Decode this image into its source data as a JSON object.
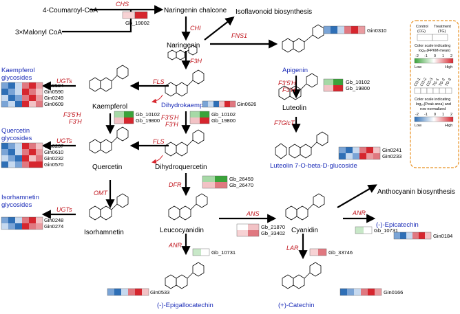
{
  "compounds": {
    "coumaroyl": "4-Coumaroyl-CoA",
    "malonyl": "3×Malonyl CoA",
    "chalcone": "Naringenin chalcone",
    "naringenin": "Naringenin",
    "isoflavonoid": "Isoflavonoid biosynthesis",
    "apigenin": "Apigenin",
    "dihydrokaempferol": "Dihydrokaempferol",
    "kaempferol": "Kaempferol",
    "luteolin": "Luteolin",
    "quercetin": "Quercetin",
    "dihydroquercetin": "Dihydroquercetin",
    "isorhamnetin": "Isorhamnetin",
    "leucocyanidin": "Leucocyanidin",
    "cyanidin": "Cyanidin",
    "anthocyanin": "Anthocyanin biosynthesis",
    "epicatechin": "(-)-Epicatechin",
    "epigallocatechin": "(-)-Epigallocatechin",
    "catechin": "(+)-Catechin",
    "luteolin_glc": "Luteolin 7-O-beta-D-glucoside",
    "kaempferol_glycosides_1": "Kaempferol",
    "kaempferol_glycosides_2": "glycosides",
    "quercetin_glycosides_1": "Quercetin",
    "quercetin_glycosides_2": "glycosides",
    "isorhamnetin_glycosides_1": "Isorhamnetin",
    "isorhamnetin_glycosides_2": "glycosides"
  },
  "enzymes": {
    "chs": "CHS",
    "chi": "CHI",
    "fns1": "FNS1",
    "f3h": "F3H",
    "f3p5ph_1": "F3'5'H",
    "f3ph_1": "F3'H",
    "f3p5ph_2": "F3'5'H",
    "f3ph_2": "F3'H",
    "f3p5ph_3": "F3'5'H",
    "f3ph_3": "F3'H",
    "fls_1": "FLS",
    "fls_2": "FLS",
    "ugts_1": "UGTs",
    "ugts_2": "UGTs",
    "ugts_3": "UGTs",
    "omt": "OMT",
    "dfr": "DFR",
    "ans": "ANS",
    "anr_1": "ANR",
    "anr_2": "ANR",
    "lar": "LAR",
    "f7glct": "F7GlcT"
  },
  "genes": {
    "gb19002": "Gb_19002",
    "gin0310": "Gin0310",
    "gb10102_a": "Gb_10102",
    "gb19800_a": "Gb_19800",
    "gin0626": "Gin0626",
    "gin0584": "Gin0584",
    "gin0590": "Gin0590",
    "gin0249": "Gin0249",
    "gin0609": "Gin0609",
    "gb10102_b": "Gb_10102",
    "gb19800_b": "Gb_19800",
    "gb10102_c": "Gb_10102",
    "gb19800_c": "Gb_19800",
    "gin0237": "Gin0237",
    "gin0610": "Gin0610",
    "gin0232": "Gin0232",
    "gin0570": "Gin0570",
    "gin0241": "Gin0241",
    "gin0233": "Gin0233",
    "gb26459": "Gb_26459",
    "gb26470": "Gb_26470",
    "gin0248": "Gin0248",
    "gin0274": "Gin0274",
    "gb21870": "Gb_21870",
    "gb33402": "Gb_33402",
    "gb10731_a": "Gb_10731",
    "gin0184": "Gin0184",
    "gb10731_b": "Gb_10731",
    "gb33746": "Gb_33746",
    "gin0533": "Gin0533",
    "gin0166": "Gin0166"
  },
  "legend": {
    "control": "Control",
    "cg": "(CG)",
    "treatment": "Treatment",
    "tg": "(TG)",
    "desc1_1": "Color scale indicating",
    "desc1_2": "log₁₀(FPKM-mean)",
    "ticks1": [
      "-2",
      "-1",
      "0",
      "1",
      "2"
    ],
    "low1": "Low",
    "high1": "High",
    "sample_labels": [
      "CG-1",
      "CG-2",
      "CG-3",
      "TG-1",
      "TG-2",
      "TG-3"
    ],
    "desc2_1": "Color scale indicating",
    "desc2_2": "log₁₀(Peak area) and",
    "desc2_3": "row normalized",
    "ticks2": [
      "-2",
      "-1",
      "0",
      "1",
      "2"
    ],
    "low2": "Low",
    "high2": "High"
  },
  "colors": {
    "arrow": "#000000",
    "enzyme": "#c0141c",
    "metabolite_blue": "#1c2db8",
    "legend_border": "#e89020",
    "scale_green": "#3aa33a",
    "scale_red": "#d6262e",
    "scale_blue": "#2e6fb6"
  }
}
